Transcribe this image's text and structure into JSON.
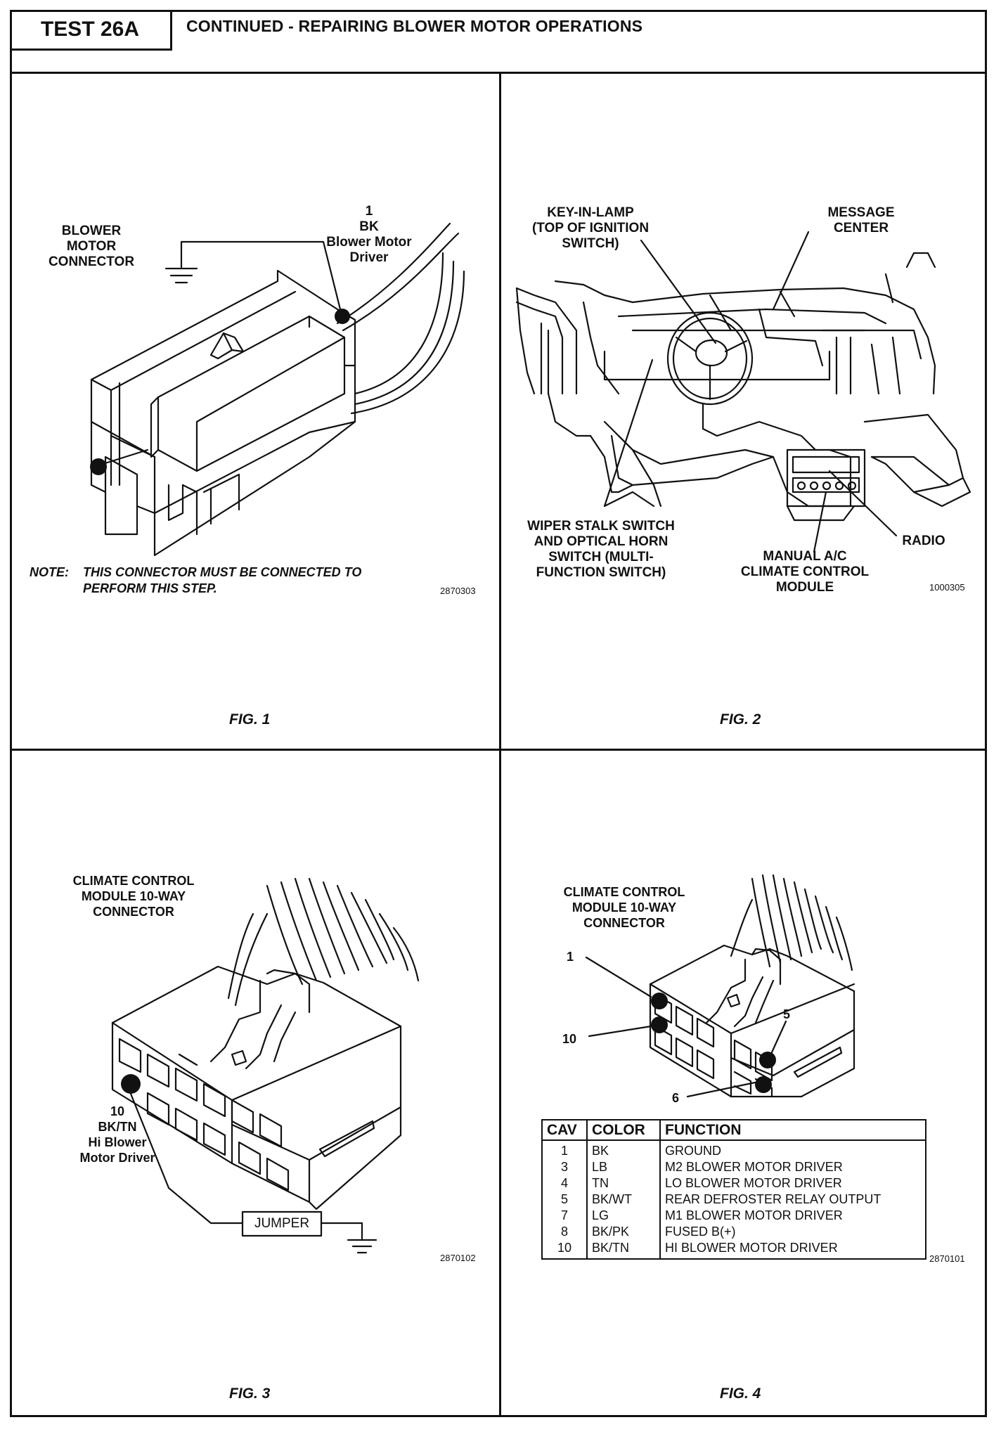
{
  "header": {
    "test_id": "TEST 26A",
    "title": "CONTINUED - REPAIRING BLOWER MOTOR OPERATIONS"
  },
  "fig1": {
    "caption": "FIG. 1",
    "connector_label": "BLOWER\nMOTOR\nCONNECTOR",
    "pin_label": "1\nBK\nBlower Motor\nDriver",
    "note_prefix": "NOTE:",
    "note_text": "THIS CONNECTOR MUST BE CONNECTED TO\nPERFORM THIS STEP.",
    "code": "2870303"
  },
  "fig2": {
    "caption": "FIG. 2",
    "key_in_lamp": "KEY-IN-LAMP\n(TOP OF IGNITION\nSWITCH)",
    "message_center": "MESSAGE\nCENTER",
    "wiper_switch": "WIPER STALK SWITCH\nAND OPTICAL HORN\nSWITCH (MULTI-\nFUNCTION SWITCH)",
    "radio": "RADIO",
    "climate_module": "MANUAL A/C\nCLIMATE CONTROL\nMODULE",
    "code": "1000305"
  },
  "fig3": {
    "caption": "FIG. 3",
    "connector_label": "CLIMATE CONTROL\nMODULE 10-WAY\nCONNECTOR",
    "pin_label": "10\nBK/TN\nHi Blower\nMotor Driver",
    "jumper": "JUMPER",
    "code": "2870102"
  },
  "fig4": {
    "caption": "FIG. 4",
    "connector_label": "CLIMATE CONTROL\nMODULE 10-WAY\nCONNECTOR",
    "pin_1": "1",
    "pin_10": "10",
    "pin_5": "5",
    "pin_6": "6",
    "code": "2870101",
    "table": {
      "headers": [
        "CAV",
        "COLOR",
        "FUNCTION"
      ],
      "rows": [
        [
          "1",
          "BK",
          "GROUND"
        ],
        [
          "3",
          "LB",
          "M2 BLOWER MOTOR DRIVER"
        ],
        [
          "4",
          "TN",
          "LO BLOWER MOTOR DRIVER"
        ],
        [
          "5",
          "BK/WT",
          "REAR DEFROSTER RELAY OUTPUT"
        ],
        [
          "7",
          "LG",
          "M1 BLOWER MOTOR DRIVER"
        ],
        [
          "8",
          "BK/PK",
          "FUSED B(+)"
        ],
        [
          "10",
          "BK/TN",
          "HI BLOWER MOTOR DRIVER"
        ]
      ]
    }
  }
}
